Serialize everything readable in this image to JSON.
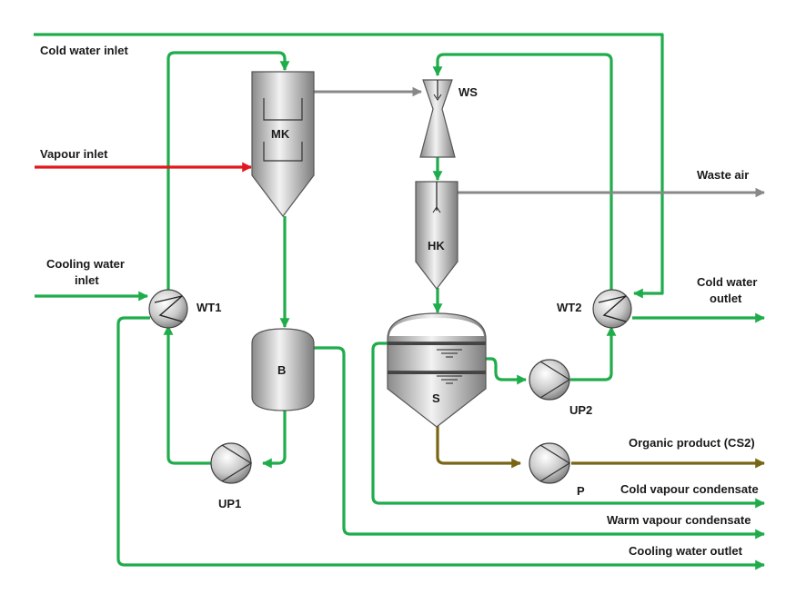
{
  "colors": {
    "water": "#1fac4b",
    "vapour": "#e1181e",
    "air": "#888888",
    "product": "#7a6514"
  },
  "units": {
    "mk": "MK",
    "ws": "WS",
    "hk": "HK",
    "b": "B",
    "s": "S",
    "wt1": "WT1",
    "wt2": "WT2",
    "up1": "UP1",
    "up2": "UP2",
    "p": "P"
  },
  "streams": {
    "cold_water_inlet": "Cold water inlet",
    "vapour_inlet": "Vapour inlet",
    "cooling_water_inlet_1": "Cooling water",
    "cooling_water_inlet_2": "inlet",
    "waste_air": "Waste air",
    "cold_water_outlet_1": "Cold water",
    "cold_water_outlet_2": "outlet",
    "organic_product": "Organic product (CS2)",
    "cold_vapour_condensate": "Cold vapour condensate",
    "warm_vapour_condensate": "Warm vapour condensate",
    "cooling_water_outlet": "Cooling water outlet"
  }
}
